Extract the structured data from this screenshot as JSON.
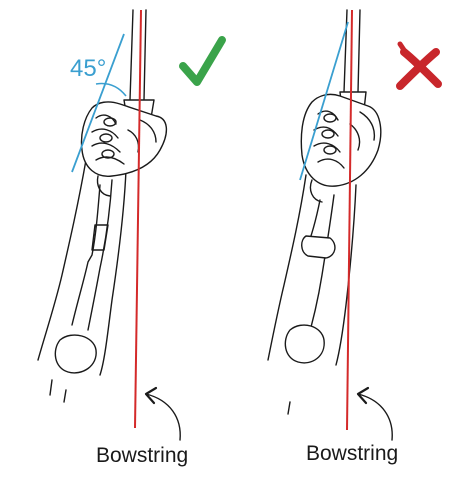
{
  "panels": {
    "left": {
      "angle_label": "45°",
      "bowstring_label": "Bowstring",
      "verdict": "correct",
      "verdict_icon": "check-mark-icon"
    },
    "right": {
      "bowstring_label": "Bowstring",
      "verdict": "incorrect",
      "verdict_icon": "x-mark-icon"
    }
  },
  "colors": {
    "bowstring": "#d42a2a",
    "angle_guide": "#3a9fd0",
    "check": "#3aa34a",
    "cross": "#c8262b",
    "ink": "#1a1a1a"
  }
}
